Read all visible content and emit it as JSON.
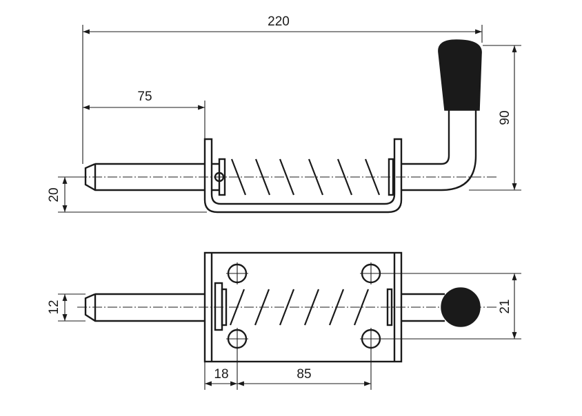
{
  "dimensions": {
    "overall_length": "220",
    "pin_length": "75",
    "handle_height": "90",
    "rod_height": "20",
    "rod_diameter": "12",
    "knob_width": "21",
    "hole_offset": "18",
    "hole_spacing": "85"
  },
  "colors": {
    "line": "#1a1a1a",
    "background": "#ffffff",
    "knob": "#1a1a1a"
  }
}
